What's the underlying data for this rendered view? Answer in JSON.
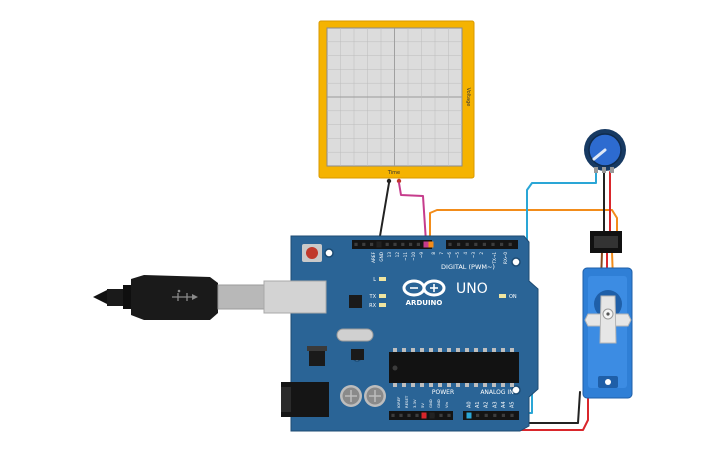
{
  "oscilloscope": {
    "x_label": "Time",
    "y_label": "Voltage"
  },
  "arduino": {
    "brand": "ARDUINO",
    "model": "UNO",
    "digital_header": "DIGITAL (PWM~)",
    "analog_header": "ANALOG IN",
    "power_header": "POWER",
    "on_label": "ON",
    "led_l": "L",
    "led_tx": "TX",
    "led_rx": "RX",
    "digital_pins": [
      "AREF",
      "GND",
      "13",
      "12",
      "~11",
      "~10",
      "~9",
      "8",
      "7",
      "~6",
      "~5",
      "4",
      "~3",
      "2",
      "TX→1",
      "RX←0"
    ],
    "power_pins": [
      "IOREF",
      "RESET",
      "3.3V",
      "5V",
      "GND",
      "GND",
      "Vin"
    ],
    "analog_pins": [
      "A0",
      "A1",
      "A2",
      "A3",
      "A4",
      "A5"
    ]
  },
  "colors": {
    "board": "#2a6496",
    "scope_frame": "#f5b301",
    "scope_grid": "#d7d7d7",
    "wire_orange": "#f28c1a",
    "wire_blue": "#2aa6d6",
    "wire_red": "#d9262b",
    "wire_black": "#222222",
    "wire_magenta": "#c63c8c",
    "servo_body": "#2f7fd6"
  }
}
